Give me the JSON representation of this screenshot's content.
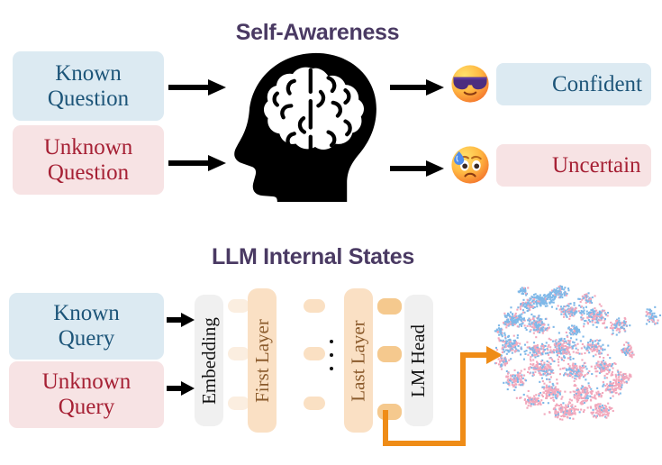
{
  "figure": {
    "sections": [
      {
        "id": "self-awareness",
        "title": "Self-Awareness"
      },
      {
        "id": "llm-internal-states",
        "title": "LLM Internal States"
      }
    ]
  },
  "self_awareness": {
    "title": "Self-Awareness",
    "inputs": [
      {
        "line1": "Known",
        "line2": "Question",
        "kind": "known"
      },
      {
        "line1": "Unknown",
        "line2": "Question",
        "kind": "unknown"
      }
    ],
    "processor": {
      "icon": "head-brain-icon",
      "label": "human head with brain silhouette"
    },
    "outputs": [
      {
        "label": "Confident",
        "emoji": "smiling-face-with-sunglasses-emoji",
        "kind": "known"
      },
      {
        "label": "Uncertain",
        "emoji": "anxious-face-with-sweat-emoji",
        "kind": "unknown"
      }
    ]
  },
  "llm_internal_states": {
    "title": "LLM Internal States",
    "inputs": [
      {
        "line1": "Known",
        "line2": "Query",
        "kind": "known"
      },
      {
        "line1": "Unknown",
        "line2": "Query",
        "kind": "unknown"
      }
    ],
    "layers": [
      {
        "label": "Embedding",
        "style": "gray"
      },
      {
        "label": "First Layer",
        "style": "peach"
      },
      {
        "label": "Last Layer",
        "style": "peach"
      },
      {
        "label": "LM Head",
        "style": "gray"
      }
    ],
    "ellipsis": "⋮",
    "feedback": {
      "label": "hidden-states-to-projection",
      "color": "#ef8c17"
    },
    "visualization": {
      "label": "t-SNE projection of last-layer hidden states"
    }
  },
  "colors": {
    "title_purple": "#4a3a63",
    "known_bg": "#dceaf2",
    "known_text": "#1d5579",
    "unknown_bg": "#f7e3e4",
    "unknown_text": "#a62034",
    "layer_gray_bg": "#f0f0f0",
    "layer_peach_bg": "#fae0c4",
    "layer_peach_text": "#8a5a2b",
    "arrow_black": "#000000",
    "feedback_orange": "#ef8c17",
    "scatter_blue": "#7fb8e8",
    "scatter_pink": "#f2a8bc"
  },
  "chart_data": {
    "type": "scatter",
    "title": "",
    "xlabel": "",
    "ylabel": "",
    "grid": false,
    "legend": null,
    "series": [
      {
        "name": "Known",
        "color": "#7fb8e8",
        "approx_point_count": 1600
      },
      {
        "name": "Unknown",
        "color": "#f2a8bc",
        "approx_point_count": 1600
      }
    ],
    "description": "Two-dimensional t-SNE embedding; blue (known) points concentrate toward the upper-left, pink (unknown) points toward the lower-right, with substantial overlap in the centre and one small detached blue cluster at the far right."
  }
}
